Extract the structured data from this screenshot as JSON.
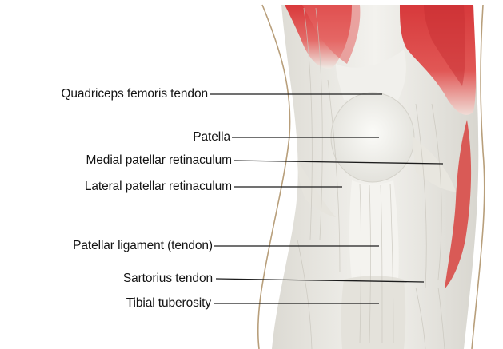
{
  "labels": {
    "quadriceps_tendon": "Quadriceps femoris tendon",
    "patella": "Patella",
    "medial_retinaculum": "Medial patellar retinaculum",
    "lateral_retinaculum": "Lateral patellar retinaculum",
    "patellar_ligament": "Patellar ligament (tendon)",
    "sartorius_tendon": "Sartorius tendon",
    "tibial_tuberosity": "Tibial tuberosity"
  },
  "colors": {
    "muscle": "#d83b3c",
    "tendon": "#ecebe6",
    "skin_outline": "#b79f7c",
    "leader_line": "#1c1c1c"
  }
}
